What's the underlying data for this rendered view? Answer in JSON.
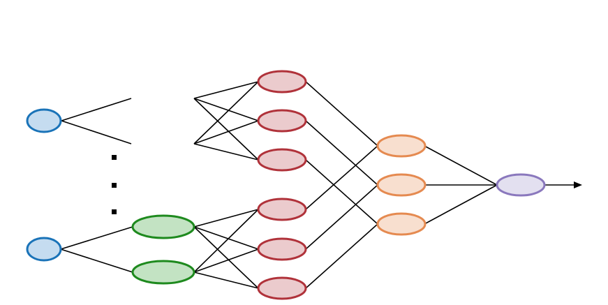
{
  "diagram": {
    "type": "neural-network",
    "colors": {
      "input": {
        "fill": "#c5dcf0",
        "stroke": "#1a73b8"
      },
      "green": {
        "fill": "#c3e3c3",
        "stroke": "#1e8a1e"
      },
      "red": {
        "fill": "#ebcbcd",
        "stroke": "#b0323a"
      },
      "orange": {
        "fill": "#f8dfcf",
        "stroke": "#e58a50"
      },
      "output": {
        "fill": "#e3e0f0",
        "stroke": "#8a78bd"
      },
      "edge": "#000000"
    },
    "groups": [
      {
        "name": "input-top",
        "color": "input"
      },
      {
        "name": "input-bottom",
        "color": "input"
      },
      {
        "name": "green-layer",
        "color": "green",
        "count": 2
      },
      {
        "name": "red-layer-top",
        "color": "red",
        "count": 3
      },
      {
        "name": "red-layer-bottom",
        "color": "red",
        "count": 3
      },
      {
        "name": "orange-layer",
        "color": "orange",
        "count": 3
      },
      {
        "name": "output",
        "color": "output",
        "count": 1
      }
    ],
    "ellipsis": "vertical-dots",
    "output_arrow": true
  }
}
